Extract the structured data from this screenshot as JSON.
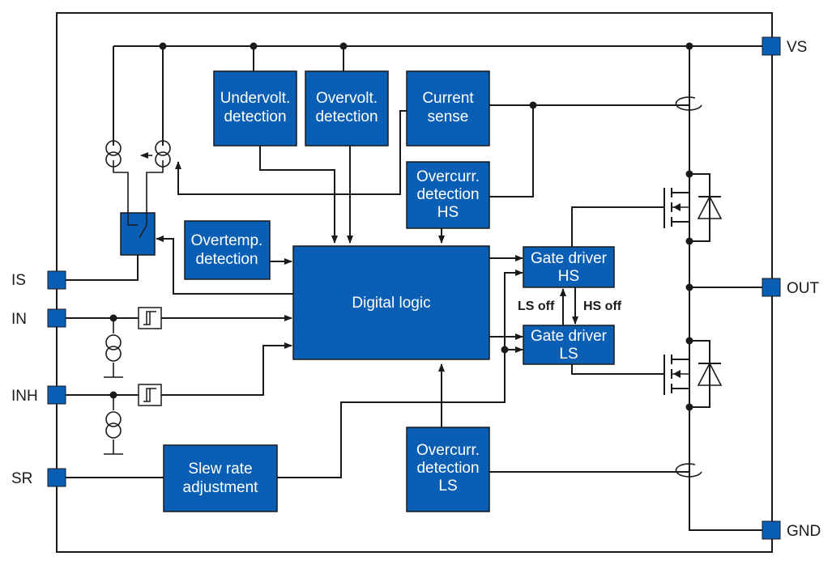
{
  "pins": {
    "vs": "VS",
    "out": "OUT",
    "gnd": "GND",
    "is": "IS",
    "in": "IN",
    "inh": "INH",
    "sr": "SR"
  },
  "blocks": {
    "undervolt": [
      "Undervolt.",
      "detection"
    ],
    "overvolt": [
      "Overvolt.",
      "detection"
    ],
    "current_sense": [
      "Current",
      "sense"
    ],
    "overcurr_hs": [
      "Overcurr.",
      "detection",
      "HS"
    ],
    "overtemp": [
      "Overtemp.",
      "detection"
    ],
    "digital_logic": [
      "Digital logic"
    ],
    "gate_hs": [
      "Gate driver",
      "HS"
    ],
    "gate_ls": [
      "Gate driver",
      "LS"
    ],
    "slew_rate": [
      "Slew rate",
      "adjustment"
    ],
    "overcurr_ls": [
      "Overcurr.",
      "detection",
      "LS"
    ]
  },
  "signals": {
    "ls_off": "LS off",
    "hs_off": "HS off"
  },
  "colors": {
    "block_fill": "#0a5fb4",
    "line": "#1a1a1a"
  }
}
